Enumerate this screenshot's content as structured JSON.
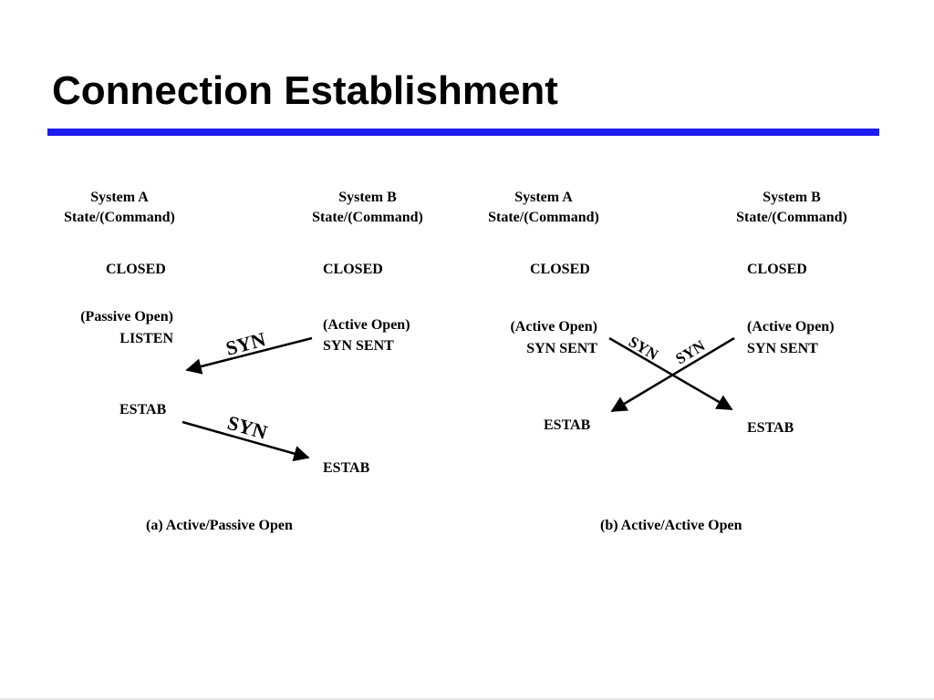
{
  "slide": {
    "title": "Connection Establishment",
    "accent_color": "#1c1cf0"
  },
  "panel_a": {
    "system_a_name": "System A",
    "system_a_sub": "State/(Command)",
    "system_b_name": "System B",
    "system_b_sub": "State/(Command)",
    "a_closed": "CLOSED",
    "b_closed": "CLOSED",
    "a_passive_open": "(Passive Open)",
    "a_listen": "LISTEN",
    "b_active_open": "(Active Open)",
    "b_syn_sent": "SYN SENT",
    "msg_1": "SYN",
    "msg_2": "SYN",
    "a_estab": "ESTAB",
    "b_estab": "ESTAB",
    "caption": "(a) Active/Passive Open"
  },
  "panel_b": {
    "system_a_name": "System A",
    "system_a_sub": "State/(Command)",
    "system_b_name": "System B",
    "system_b_sub": "State/(Command)",
    "a_closed": "CLOSED",
    "b_closed": "CLOSED",
    "a_active_open": "(Active Open)",
    "a_syn_sent": "SYN SENT",
    "b_active_open": "(Active Open)",
    "b_syn_sent": "SYN SENT",
    "msg_a_to_b": "SYN",
    "msg_b_to_a": "SYN",
    "a_estab": "ESTAB",
    "b_estab": "ESTAB",
    "caption": "(b) Active/Active Open"
  }
}
